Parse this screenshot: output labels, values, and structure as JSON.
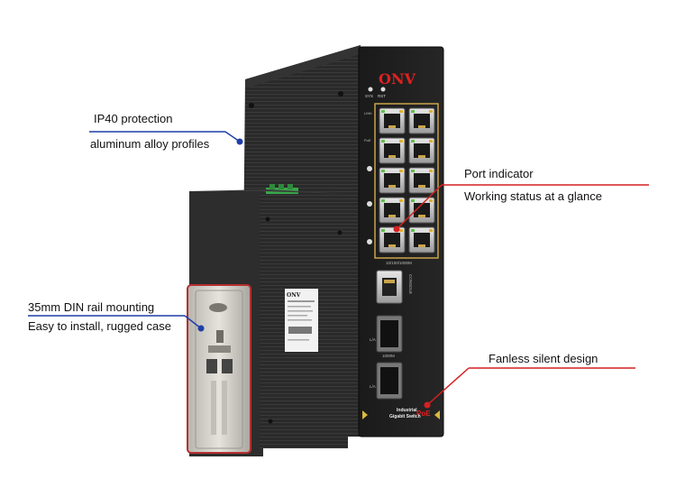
{
  "callouts": {
    "ip40": {
      "line1": "IP40 protection",
      "line2": "aluminum alloy profiles"
    },
    "din_rail": {
      "line1": "35mm DIN rail mounting",
      "line2": "Easy to install, rugged case"
    },
    "port_indicator": {
      "line1": "Port indicator",
      "line2": "Working status at a glance"
    },
    "fanless": {
      "line1": "Fanless silent design"
    }
  },
  "device": {
    "brand": "ONV",
    "speed_label": "10/100/1000M",
    "console_label": "CONSOLE",
    "sfp_speed_label": "1000M",
    "product_line1": "Industrial",
    "product_line2": "Gigabit Switch",
    "poe_label": "PoE",
    "sys_label": "SYS",
    "rst_label": "RST",
    "link_label": "LINK",
    "poe_led_label": "PoE",
    "la_label": "L/A"
  },
  "colors": {
    "callout_blue": "#1f3fa8",
    "callout_red": "#d42020",
    "brand_red": "#e02020",
    "body_dark": "#1b1b1b",
    "port_gold": "#c9a54a"
  }
}
